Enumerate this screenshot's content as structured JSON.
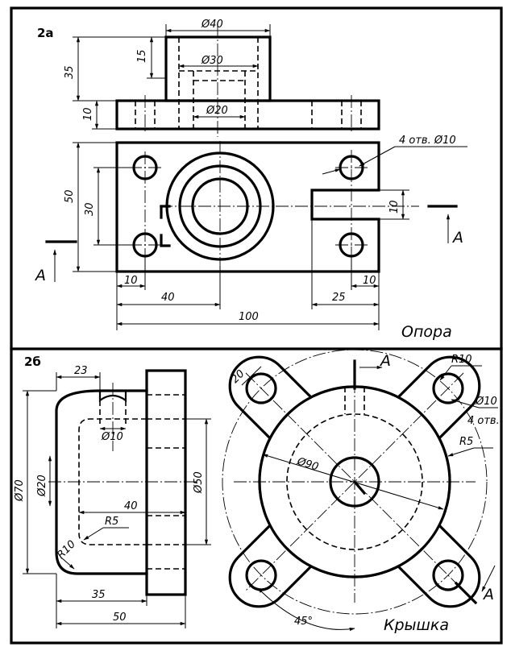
{
  "panel_a": {
    "label": "2а",
    "title": "Опора",
    "dims": {
      "d40": "Ø40",
      "d30": "Ø30",
      "d20": "Ø20",
      "h15": "15",
      "h35": "35",
      "h10": "10",
      "h50": "50",
      "h30": "30",
      "slot10": "10",
      "holes": "4 отв. Ø10",
      "w10l": "10",
      "w40": "40",
      "w25": "25",
      "w10r": "10",
      "w100": "100"
    },
    "section_left": "А",
    "section_right": "А"
  },
  "panel_b": {
    "label": "2б",
    "title": "Крышка",
    "dims": {
      "w23": "23",
      "d10": "Ø10",
      "d20": "Ø20",
      "d70": "Ø70",
      "w40": "40",
      "d50": "Ø50",
      "r5": "R5",
      "r10": "R10",
      "w35": "35",
      "w50": "50",
      "d20top": "20",
      "r10top": "R10",
      "d10holes": "Ø10",
      "holes4": "4 отв.",
      "r5side": "R5",
      "d90": "Ø90",
      "ang45": "45°"
    },
    "section_top": "А",
    "section_bottom": "А"
  }
}
